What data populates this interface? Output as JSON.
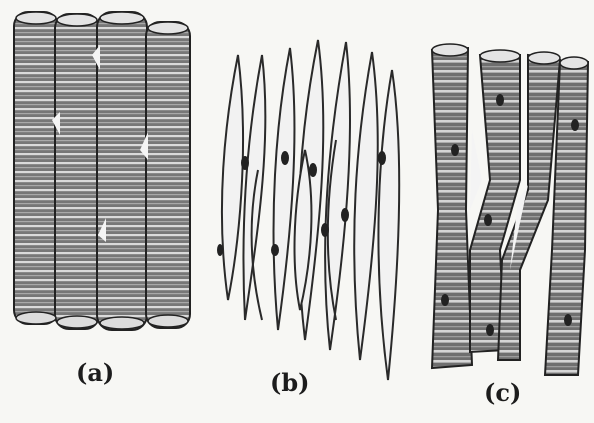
{
  "figure": {
    "panels": [
      {
        "id": "a",
        "label": "(a)"
      },
      {
        "id": "b",
        "label": "(b)"
      },
      {
        "id": "c",
        "label": "(c)"
      }
    ]
  },
  "colors": {
    "ink": "#222222",
    "fiber": "#6e6e6e",
    "stripe_light": "#d8d8d8",
    "background": "#f7f7f4"
  }
}
